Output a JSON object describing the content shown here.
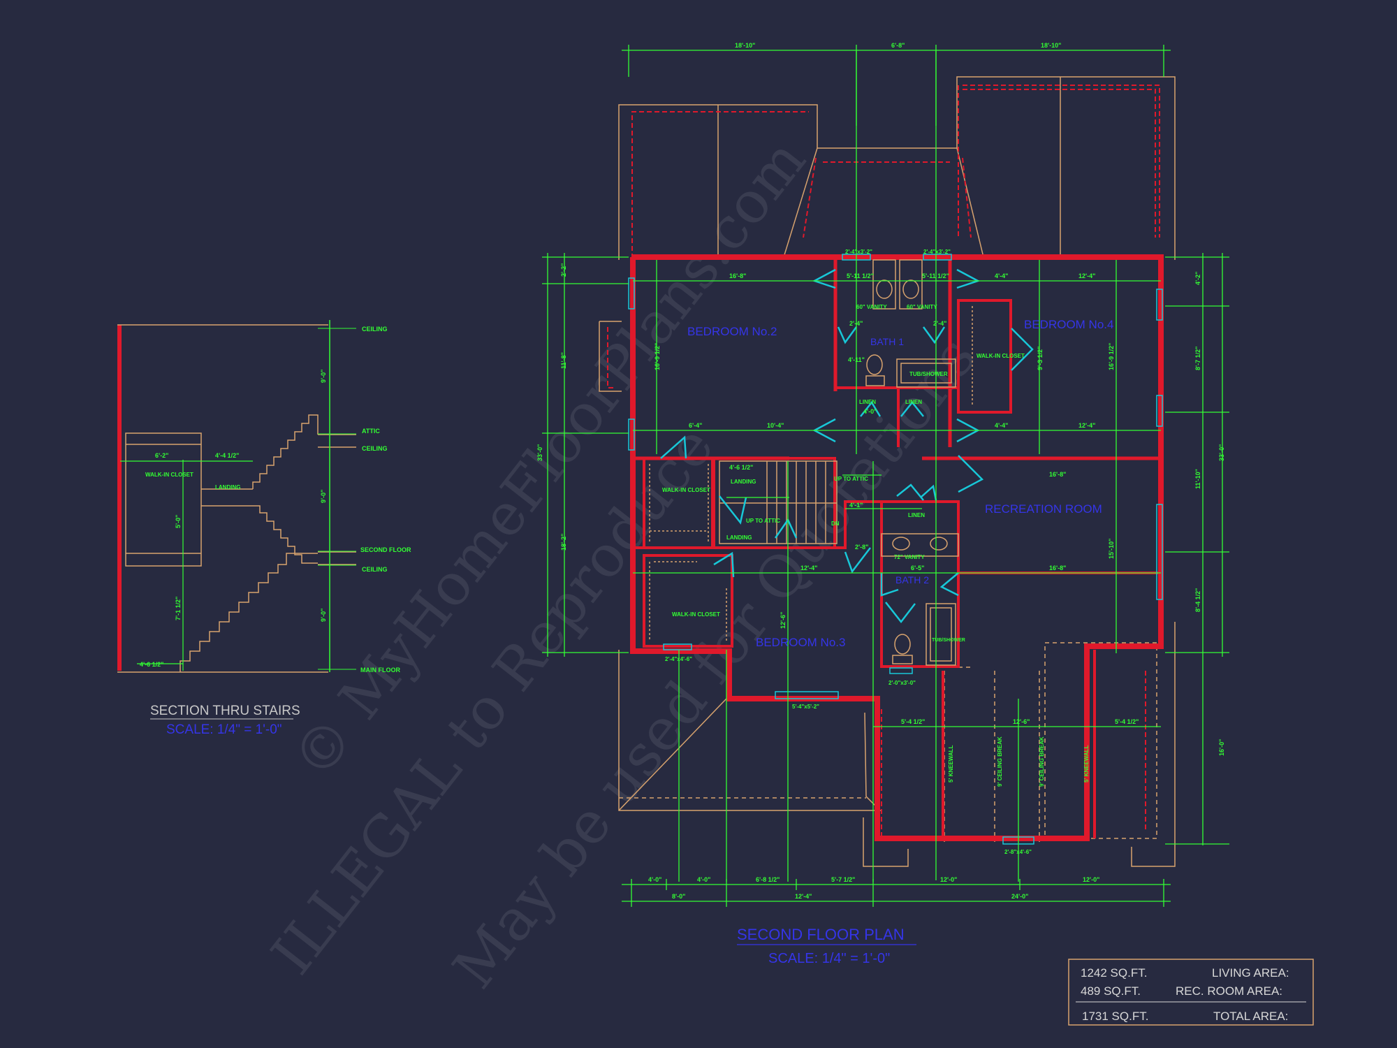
{
  "section": {
    "title": "SECTION THRU STAIRS",
    "scale": "SCALE: 1/4\" = 1'-0\"",
    "levels": {
      "ceiling_top": "CEILING",
      "attic": "ATTIC",
      "ceiling_mid": "CEILING",
      "second_floor": "SECOND FLOOR",
      "ceiling_low": "CEILING",
      "main_floor": "MAIN FLOOR"
    },
    "rooms": {
      "walk_in_closet": "WALK-IN CLOSET",
      "landing": "LANDING"
    },
    "dims": {
      "top": "9'-0\"",
      "mid": "9'-0\"",
      "low": "9'-0\"",
      "closet_w": "6'-2\"",
      "landing_w": "4'-4 1/2\"",
      "closet_h": "5'-0\"",
      "lower_h": "7'-1 1/2\"",
      "bottom": "4'-6 1/2\""
    }
  },
  "plan": {
    "title": "SECOND FLOOR PLAN",
    "scale": "SCALE: 1/4\" = 1'-0\"",
    "rooms": {
      "bedroom2": "BEDROOM No.2",
      "bedroom3": "BEDROOM No.3",
      "bedroom4": "BEDROOM No.4",
      "bath1": "BATH 1",
      "bath2": "BATH 2",
      "rec_room": "RECREATION ROOM",
      "walk_in_closet_a": "WALK-IN CLOSET",
      "walk_in_closet_b": "WALK-IN CLOSET",
      "walk_in_closet_c": "WALK-IN CLOSET",
      "landing_a": "LANDING",
      "landing_b": "LANDING",
      "up_to_attic_a": "UP TO ATTIC",
      "up_to_attic_b": "UP TO ATTIC",
      "dn": "DN",
      "linen_a": "LINEN",
      "linen_b": "LINEN",
      "linen_c": "LINEN",
      "vanity_a": "60\" VANITY",
      "vanity_b": "60\" VANITY",
      "vanity_c": "72\" VANITY",
      "tub_a": "TUB/SHOWER",
      "tub_b": "TUB/SHOWER",
      "kneewall_a": "5' KNEEWALL",
      "ceiling_break_a": "9' CEILING BREAK",
      "ceiling_break_b": "9' CEILING BREAK",
      "kneewall_b": "5' KNEEWALL"
    },
    "dims_top": [
      "18'-10\"",
      "6'-8\"",
      "18'-10\""
    ],
    "dims_bottom_a": [
      "4'-0\"",
      "4'-0\"",
      "6'-8 1/2\"",
      "5'-7 1/2\"",
      "12'-0\"",
      "12'-0\""
    ],
    "dims_bottom_b": [
      "8'-0\"",
      "12'-4\"",
      "24'-0\""
    ],
    "dims_left": [
      "2'-2\"",
      "11'-8\"",
      "33'-0\"",
      "18'-2\""
    ],
    "dims_right": [
      "4'-2\"",
      "8'-7 1/2\"",
      "33'-0\"",
      "11'-10\"",
      "8'-4 1/2\"",
      "16'-0\""
    ],
    "dims_inner": {
      "a": "16'-8\"",
      "b": "5'-11 1/2\"",
      "c": "5'-11 1/2\"",
      "d": "4'-4\"",
      "e": "12'-4\"",
      "f": "16'-9 1/2\"",
      "g": "16'-9 1/2\"",
      "h": "9'-3 1/2\"",
      "i": "6'-4\"",
      "j": "10'-4\"",
      "k": "4'-4\"",
      "l": "12'-4\"",
      "m": "16'-8\"",
      "n": "16'-8\"",
      "o": "12'-4\"",
      "p": "4'-6 1/2\"",
      "q": "5'-4 1/2\"",
      "r": "12'-6\"",
      "s": "5'-4 1/2\"",
      "t": "12'-6\"",
      "u": "15'-10\"",
      "v": "2'-8\"",
      "w": "2'-4\"",
      "x": "2'-4\"",
      "y": "4'-11\"",
      "z": "4'-0\"",
      "aa": "4'-1\"",
      "ab": "6'-5\""
    },
    "windows": [
      "2'-4\"x3'-2\"",
      "2'-4\"x3'-2\"",
      "2'-4\"x4'-6\"",
      "5'-4\"x5'-2\"",
      "2'-0\"x3'-0\"",
      "2'-8\"x4'-6\""
    ]
  },
  "areas": [
    {
      "value": "1242 SQ.FT.",
      "label": "LIVING AREA:"
    },
    {
      "value": "489 SQ.FT.",
      "label": "REC. ROOM AREA:"
    },
    {
      "value": "1731 SQ.FT.",
      "label": "TOTAL AREA:"
    }
  ],
  "watermark": [
    "© MyHomeFloorPlans.com",
    "ILLEGAL to Reproduce",
    "May be used for Quotations"
  ],
  "colors": {
    "background": "#272a40",
    "walls": "#e0192b",
    "dimensions": "#33ff33",
    "outline": "#d8a36e",
    "labels": "#3535e8",
    "doors": "#18c8d8"
  }
}
